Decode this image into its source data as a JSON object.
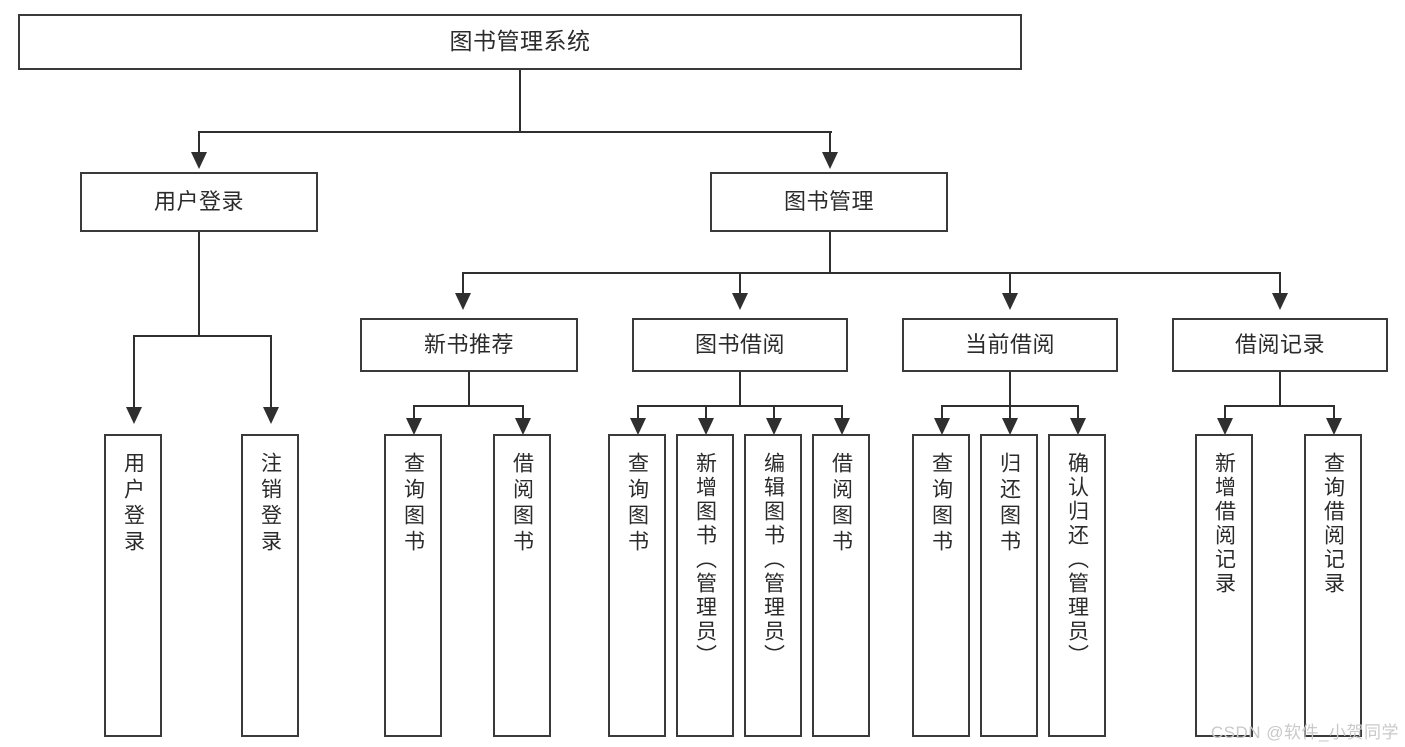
{
  "diagram": {
    "title": "图书管理系统",
    "type": "function-structure-tree",
    "root": {
      "label": "图书管理系统"
    },
    "level1": [
      {
        "label": "用户登录"
      },
      {
        "label": "图书管理"
      }
    ],
    "level2": [
      {
        "label": "新书推荐"
      },
      {
        "label": "图书借阅"
      },
      {
        "label": "当前借阅"
      },
      {
        "label": "借阅记录"
      }
    ],
    "leaves": {
      "user_login": [
        {
          "label": "用户登录"
        },
        {
          "label": "注销登录"
        }
      ],
      "new_book_recommend": [
        {
          "label": "查询图书"
        },
        {
          "label": "借阅图书"
        }
      ],
      "book_borrow": [
        {
          "label": "查询图书"
        },
        {
          "label": "新增图书（管理员）"
        },
        {
          "label": "编辑图书（管理员）"
        },
        {
          "label": "借阅图书"
        }
      ],
      "current_borrow": [
        {
          "label": "查询图书"
        },
        {
          "label": "归还图书"
        },
        {
          "label": "确认归还（管理员）"
        }
      ],
      "borrow_record": [
        {
          "label": "新增借阅记录"
        },
        {
          "label": "查询借阅记录"
        }
      ]
    }
  },
  "watermark": {
    "text": "CSDN @软件_小贺同学"
  },
  "colors": {
    "box_border": "#3a3a3a",
    "connector": "#2f2f2f",
    "text": "#2b2b2b",
    "background": "#ffffff",
    "watermark": "#c9c9c9"
  }
}
